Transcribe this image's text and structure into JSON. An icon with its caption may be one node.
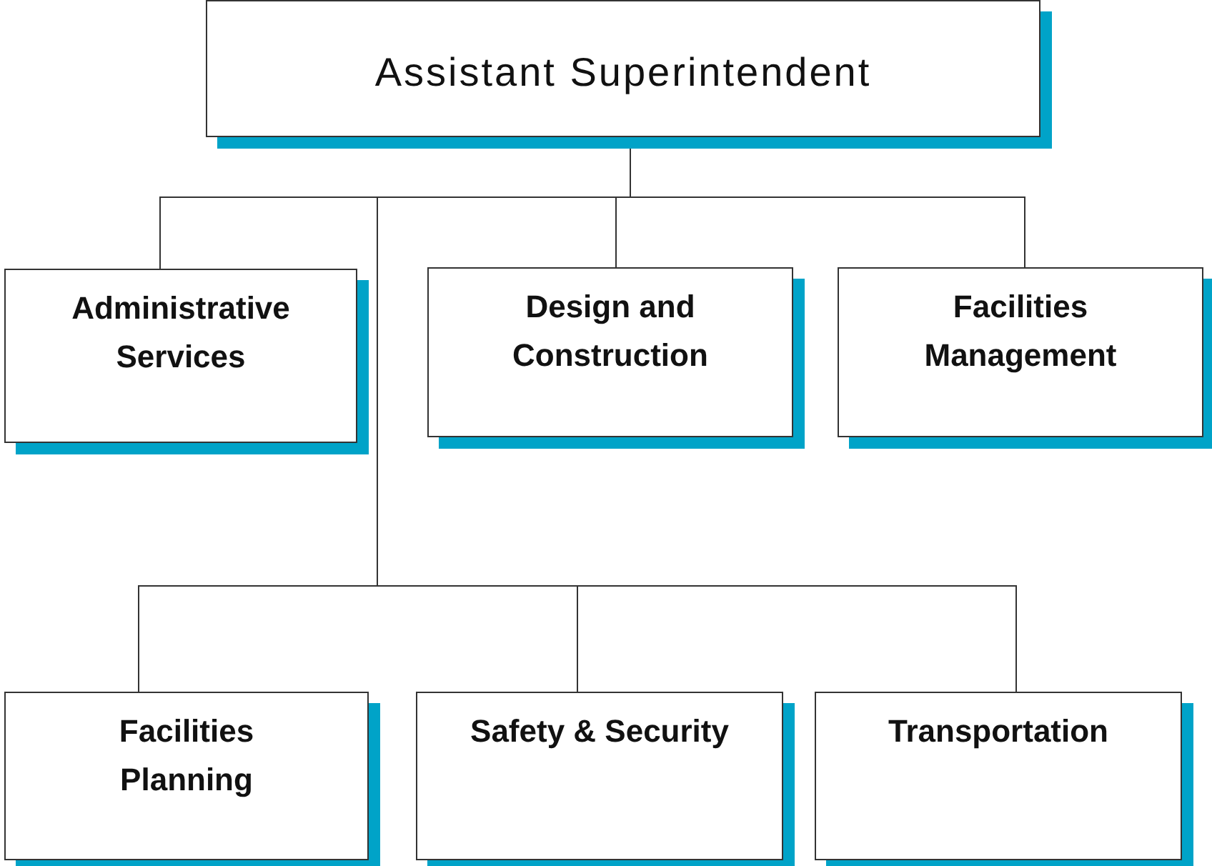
{
  "diagram": {
    "nodes": [
      {
        "text": [
          "Assistant Superintendent"
        ]
      },
      {
        "text": [
          "Administrative Services"
        ]
      },
      {
        "text": [
          "Design and Construction"
        ]
      },
      {
        "text": [
          "Facilities Management"
        ]
      },
      {
        "text": [
          "Facilities Planning"
        ]
      },
      {
        "text": [
          "Safety & Security"
        ]
      },
      {
        "text": [
          "Transportation"
        ]
      }
    ],
    "edges": [
      {
        "from": 0,
        "to": 1,
        "arrow": "none"
      },
      {
        "from": 0,
        "to": 2,
        "arrow": "none"
      },
      {
        "from": 0,
        "to": 3,
        "arrow": "none"
      },
      {
        "from": 0,
        "to": 4,
        "arrow": "none"
      },
      {
        "from": 0,
        "to": 5,
        "arrow": "none"
      },
      {
        "from": 0,
        "to": 6,
        "arrow": "none"
      }
    ]
  }
}
